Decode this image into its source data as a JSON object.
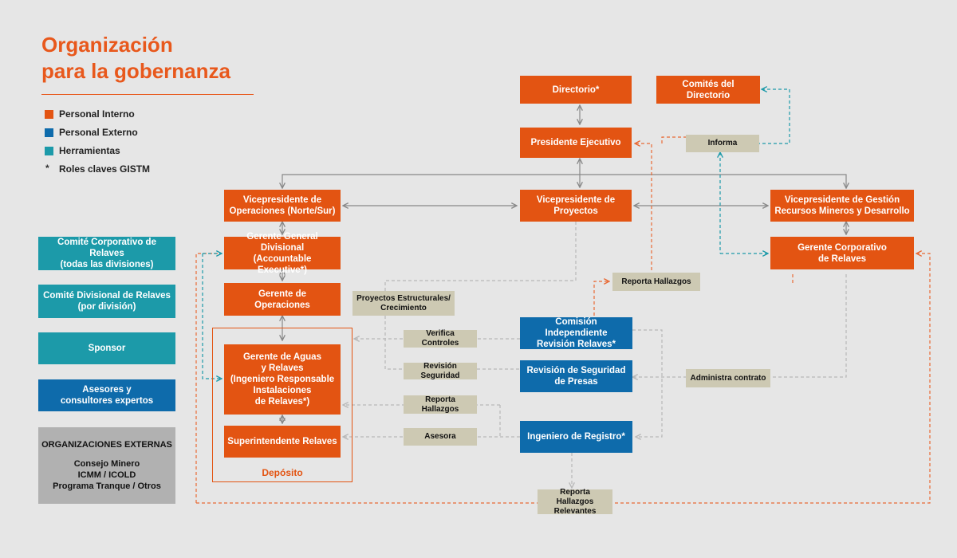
{
  "title": {
    "line1": "Organización",
    "line2": "para la gobernanza"
  },
  "colors": {
    "internal": "#e35412",
    "external": "#0e6bab",
    "tools": "#1c9aa9",
    "label": "#cdc9b3",
    "external_orgs": "#b1b1b1",
    "line_solid": "#888888",
    "line_dashed": "#b8b8b8",
    "line_orange": "#e86a35",
    "line_teal": "#1c9aa9"
  },
  "legend": [
    {
      "marker": "swatch",
      "color": "#e35412",
      "label": "Personal Interno"
    },
    {
      "marker": "swatch",
      "color": "#0e6bab",
      "label": "Personal Externo"
    },
    {
      "marker": "swatch",
      "color": "#1c9aa9",
      "label": "Herramientas"
    },
    {
      "marker": "star",
      "symbol": "*",
      "label": "Roles claves GISTM"
    }
  ],
  "sidebar": {
    "comite_corporativo": "Comité Corporativo de Relaves\n(todas las divisiones)",
    "comite_divisional": "Comité Divisional de Relaves\n(por división)",
    "sponsor": "Sponsor",
    "asesores": "Asesores y\nconsultores expertos",
    "external_orgs": {
      "heading": "ORGANIZACIONES EXTERNAS",
      "body": "Consejo Minero\nICMM / ICOLD\nPrograma Tranque / Otros"
    }
  },
  "roles": {
    "directorio": "Directorio*",
    "comites_directorio": "Comités del Directorio",
    "presidente": "Presidente Ejecutivo",
    "vp_operaciones": "Vicepresidente de\nOperaciones (Norte/Sur)",
    "vp_proyectos": "Vicepresidente de\nProyectos",
    "vp_gestion": "Vicepresidente de Gestión\nRecursos Mineros y Desarrollo",
    "gerente_general": "Gerente General Divisional\n(Accountable Executive*)",
    "gerente_corporativo": "Gerente Corporativo\nde Relaves",
    "gerente_operaciones": "Gerente de\nOperaciones",
    "gerente_aguas": "Gerente de Aguas\ny Relaves\n(Ingeniero Responsable\nInstalaciones\nde Relaves*)",
    "superintendente": "Superintendente Relaves",
    "comision": "Comisión Independiente\nRevisión Relaves*",
    "revision_seguridad_presas": "Revisión de Seguridad\nde Presas",
    "ingeniero_registro": "Ingeniero de Registro*"
  },
  "labels": {
    "informa": "Informa",
    "reporta_hallazgos_top": "Reporta Hallazgos",
    "proyectos_estructurales": "Proyectos Estructurales/\nCrecimiento",
    "verifica_controles": "Verifica Controles",
    "revision_seguridad": "Revisión Seguridad",
    "administra_contrato": "Administra contrato",
    "reporta_hallazgos_mid": "Reporta Hallazgos",
    "asesora": "Asesora",
    "reporta_relevantes": "Reporta Hallazgos\nRelevantes"
  },
  "deposito": "Depósito"
}
